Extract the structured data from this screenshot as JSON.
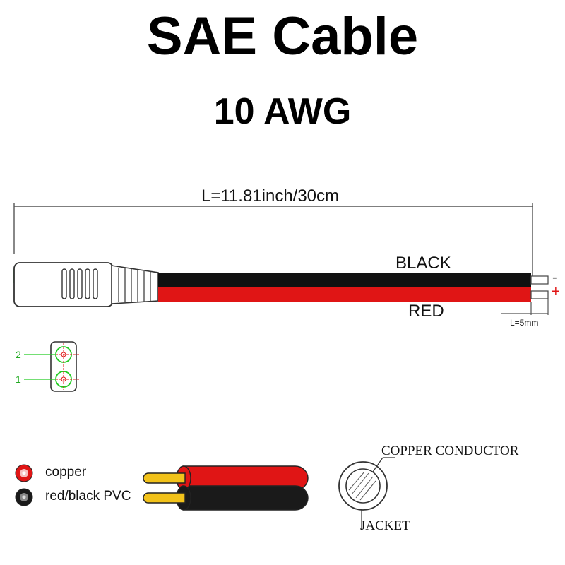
{
  "header": {
    "title": "SAE Cable",
    "subtitle": "10 AWG"
  },
  "dimensions": {
    "length_label": "L=11.81inch/30cm",
    "strip_label": "L=5mm"
  },
  "wires": {
    "black_label": "BLACK",
    "red_label": "RED",
    "minus_sign": "-",
    "plus_sign": "+"
  },
  "pinout": {
    "pin2": "2",
    "pin1": "1"
  },
  "legend": {
    "copper_label": "copper",
    "pvc_label": "red/black PVC"
  },
  "cross_section": {
    "conductor_label": "COPPER CONDUCTOR",
    "jacket_label": "JACKET"
  },
  "colors": {
    "black_wire": "#111111",
    "red_wire": "#e01515",
    "connector_green": "#22cc22",
    "copper_yellow": "#f2c21a"
  }
}
